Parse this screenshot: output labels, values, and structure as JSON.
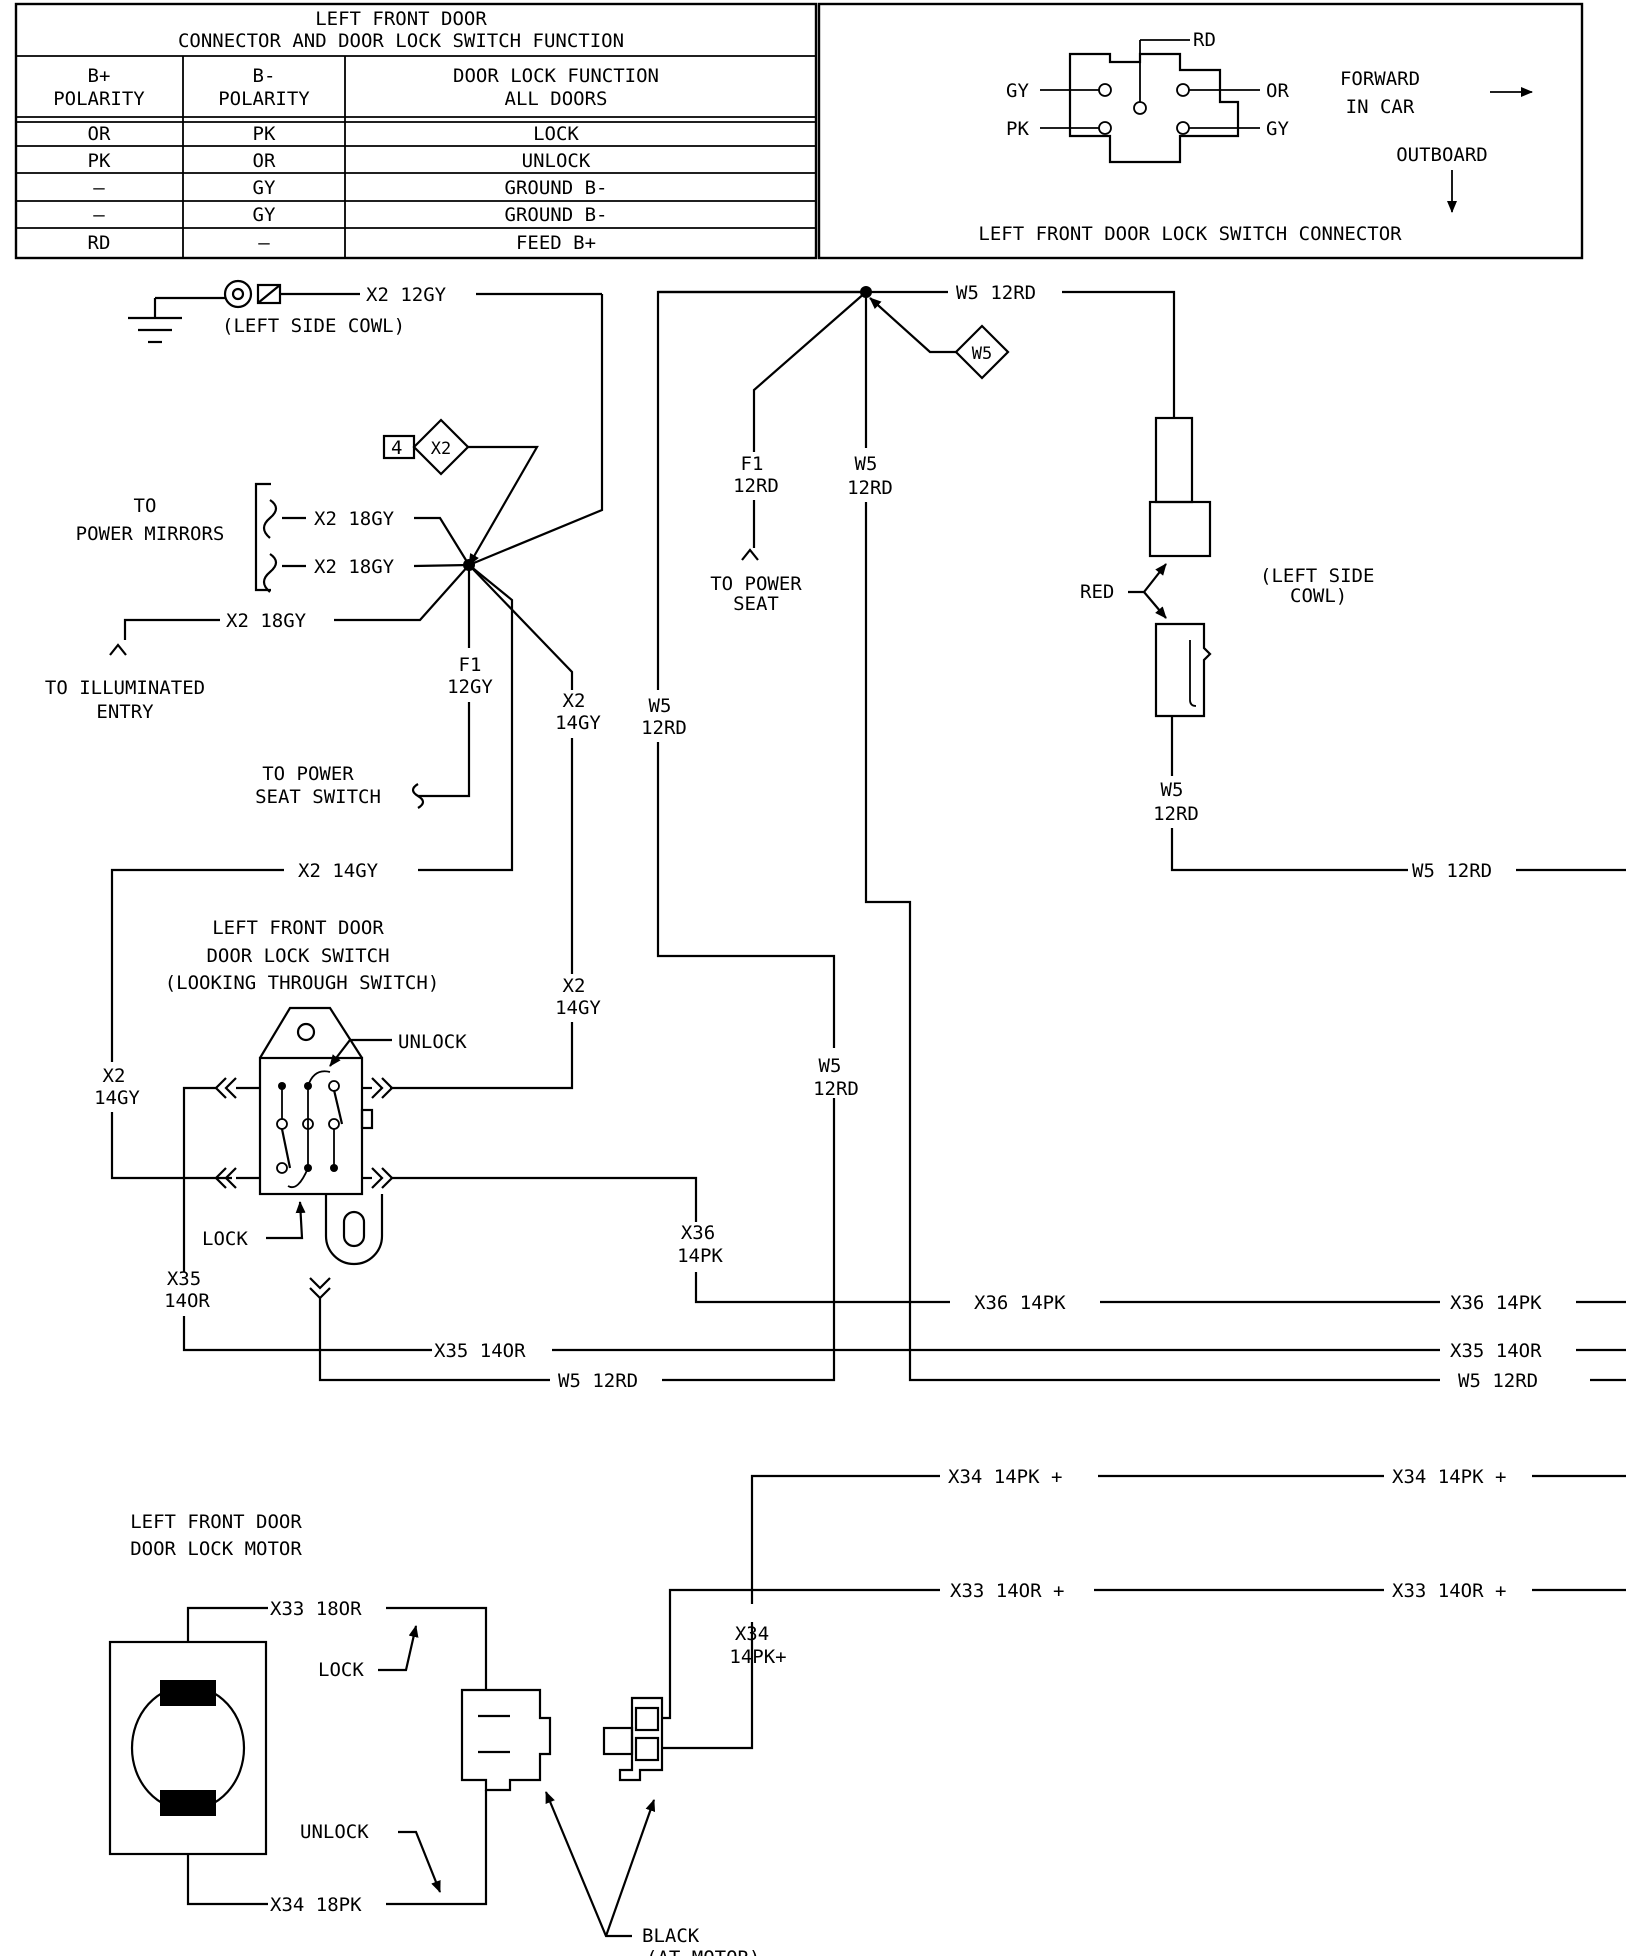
{
  "table": {
    "title_line1": "LEFT FRONT DOOR",
    "title_line2": "CONNECTOR AND DOOR LOCK SWITCH FUNCTION",
    "headers": [
      [
        "B+",
        "POLARITY"
      ],
      [
        "B-",
        "POLARITY"
      ],
      [
        "DOOR LOCK FUNCTION",
        "ALL DOORS"
      ]
    ],
    "rows": [
      [
        "OR",
        "PK",
        "LOCK"
      ],
      [
        "PK",
        "OR",
        "UNLOCK"
      ],
      [
        "–",
        "GY",
        "GROUND B-"
      ],
      [
        "–",
        "GY",
        "GROUND B-"
      ],
      [
        "RD",
        "–",
        "FEED B+"
      ]
    ]
  },
  "connector_view": {
    "pins": {
      "top": "RD",
      "left_top": "GY",
      "left_bottom": "PK",
      "right_top": "OR",
      "right_bottom": "GY"
    },
    "forward": [
      "FORWARD",
      "IN CAR"
    ],
    "outboard": "OUTBOARD",
    "caption": "LEFT FRONT DOOR LOCK SWITCH CONNECTOR"
  },
  "labels": {
    "ground_wire": "X2 12GY",
    "left_side_cowl": "(LEFT SIDE COWL)",
    "splice_ref_num": "4",
    "splice_ref_x2": "X2",
    "to_power_mirrors": [
      "TO",
      "POWER MIRRORS"
    ],
    "mirror_wire_1": "X2 18GY",
    "mirror_wire_2": "X2 18GY",
    "illum_wire": "X2 18GY",
    "to_illuminated_entry": [
      "TO ILLUMINATED",
      "ENTRY"
    ],
    "f1_12gy": [
      "F1",
      "12GY"
    ],
    "x2_14gy_mid": [
      "X2",
      "14GY"
    ],
    "to_power_seat_switch": [
      "TO POWER",
      "SEAT SWITCH"
    ],
    "x2_14gy_horiz": "X2 14GY",
    "switch_title": [
      "LEFT FRONT DOOR",
      "DOOR LOCK SWITCH",
      "(LOOKING THROUGH SWITCH)"
    ],
    "unlock": "UNLOCK",
    "lock": "LOCK",
    "x2_14gy_left": [
      "X2",
      "14GY"
    ],
    "x2_14gy_right": [
      "X2",
      "14GY"
    ],
    "x35_14or_left": [
      "X35",
      "14OR"
    ],
    "x36_14pk_vert": [
      "X36",
      "14PK"
    ],
    "w5_12rd_top": "W5 12RD",
    "w5_diamond": "W5",
    "f1_12rd": [
      "F1",
      "12RD"
    ],
    "w5_12rd_vert_center": [
      "W5",
      "12RD"
    ],
    "to_power_seat": [
      "TO POWER",
      "SEAT"
    ],
    "w5_12rd_left_vert": [
      "W5",
      "12RD"
    ],
    "w5_12rd_lower_vert": [
      "W5",
      "12RD"
    ],
    "red": "RED",
    "left_side_cowl_2": [
      "(LEFT SIDE",
      "COWL)"
    ],
    "w5_12rd_cowl_vert": [
      "W5",
      "12RD"
    ],
    "w5_12rd_right_a": "W5 12RD",
    "x36_14pk_a": "X36 14PK",
    "x36_14pk_b": "X36 14PK",
    "x35_14or_a": "X35 14OR",
    "x35_14or_b": "X35 14OR",
    "w5_12rd_b": "W5 12RD",
    "w5_12rd_c": "W5 12RD",
    "motor_title": [
      "LEFT FRONT DOOR",
      "DOOR LOCK MOTOR"
    ],
    "x33_18or": "X33 18OR",
    "motor_lock": "LOCK",
    "motor_unlock": "UNLOCK",
    "x34_18pk": "X34 18PK",
    "x34_14pk_a": "X34 14PK +",
    "x34_14pk_b": "X34 14PK +",
    "x33_14or_a": "X33 14OR +",
    "x33_14or_b": "X33 14OR +",
    "x34_14pk_vert": [
      "X34",
      "14PK+"
    ],
    "black_at_motor": [
      "BLACK",
      "(AT MOTOR)"
    ]
  }
}
